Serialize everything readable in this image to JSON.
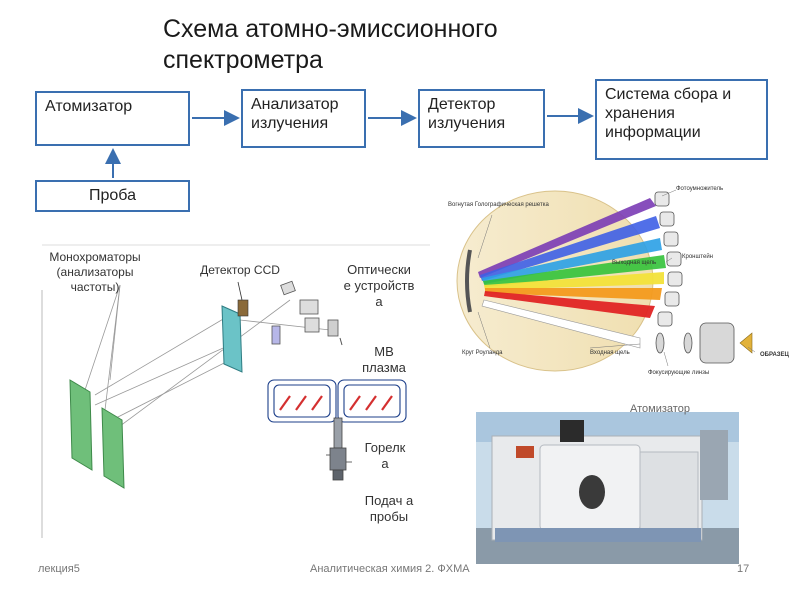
{
  "slide": {
    "title": "Схема атомно-эмиссионного спектрометра",
    "page_number": "17"
  },
  "flow": {
    "atomizer": "Атомизатор",
    "analyzer": "Анализатор излучения",
    "detector": "Детектор излучения",
    "system": "Система сбора и хранения информации",
    "sample": "Проба"
  },
  "schematic": {
    "monochromators": "Монохроматоры (анализаторы частоты)",
    "detector_ccd": "Детектор CCD",
    "optical": "Оптически е устройств а",
    "mw_plasma": "МВ плазма",
    "torch": "Горелк а",
    "sample_feed": "Подач а пробы"
  },
  "spectrometer": {
    "photomultiplier": "Фотоумножитель",
    "grating": "Вогнутая Голографическая решетка",
    "bracket": "Кронштейн",
    "exit_slit": "Выходная щель",
    "rowland_circle": "Круг Роуланда",
    "entrance_slit": "Входная щель",
    "focusing_lenses": "Фокусирующие линзы",
    "sample": "ОБРАЗЕЦ"
  },
  "photo": {
    "caption": "Атомизатор"
  },
  "footer": {
    "left": "лекция5",
    "center": "Аналитическая химия 2. ФХМА"
  },
  "colors": {
    "box_border": "#3a6fb0",
    "arrow": "#3a6fb0"
  }
}
